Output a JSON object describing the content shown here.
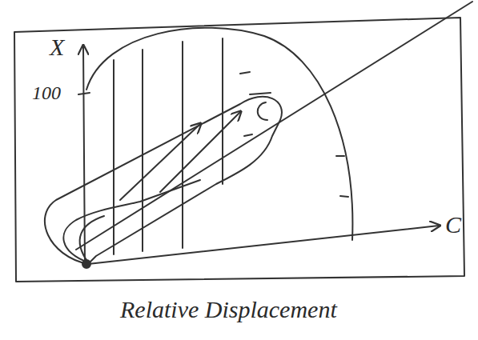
{
  "diagram": {
    "labels": [
      "X",
      "100",
      "C",
      "Relative Displacement"
    ]
  }
}
